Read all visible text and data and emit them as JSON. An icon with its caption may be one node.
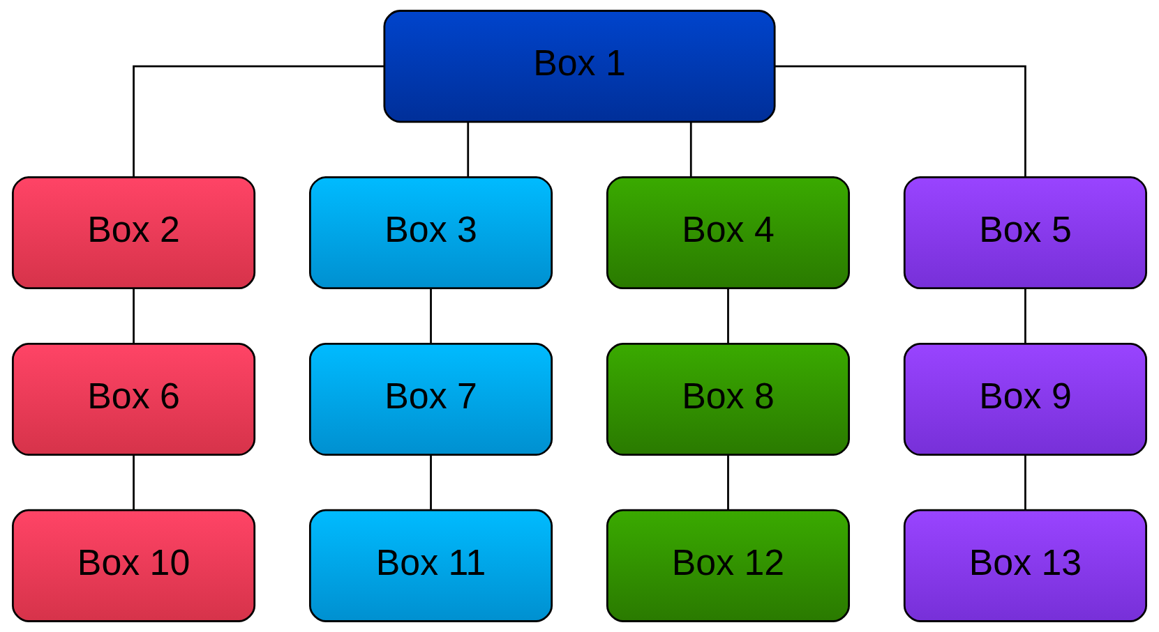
{
  "diagram": {
    "nodes": [
      {
        "text": [
          "Box 1"
        ]
      },
      {
        "text": [
          "Box 2"
        ]
      },
      {
        "text": [
          "Box 3"
        ]
      },
      {
        "text": [
          "Box 4"
        ]
      },
      {
        "text": [
          "Box 5"
        ]
      },
      {
        "text": [
          "Box 6"
        ]
      },
      {
        "text": [
          "Box 7"
        ]
      },
      {
        "text": [
          "Box 8"
        ]
      },
      {
        "text": [
          "Box 9"
        ]
      },
      {
        "text": [
          "Box 10"
        ]
      },
      {
        "text": [
          "Box 11"
        ]
      },
      {
        "text": [
          "Box 12"
        ]
      },
      {
        "text": [
          "Box 13"
        ]
      }
    ],
    "edges": [
      {
        "from": 0,
        "to": 1,
        "arrow": "none"
      },
      {
        "from": 0,
        "to": 2,
        "arrow": "none"
      },
      {
        "from": 0,
        "to": 3,
        "arrow": "none"
      },
      {
        "from": 0,
        "to": 4,
        "arrow": "none"
      },
      {
        "from": 1,
        "to": 5,
        "arrow": "none"
      },
      {
        "from": 2,
        "to": 6,
        "arrow": "none"
      },
      {
        "from": 3,
        "to": 7,
        "arrow": "none"
      },
      {
        "from": 4,
        "to": 8,
        "arrow": "none"
      },
      {
        "from": 5,
        "to": 9,
        "arrow": "none"
      },
      {
        "from": 6,
        "to": 10,
        "arrow": "none"
      },
      {
        "from": 7,
        "to": 11,
        "arrow": "none"
      },
      {
        "from": 8,
        "to": 12,
        "arrow": "none"
      }
    ]
  }
}
